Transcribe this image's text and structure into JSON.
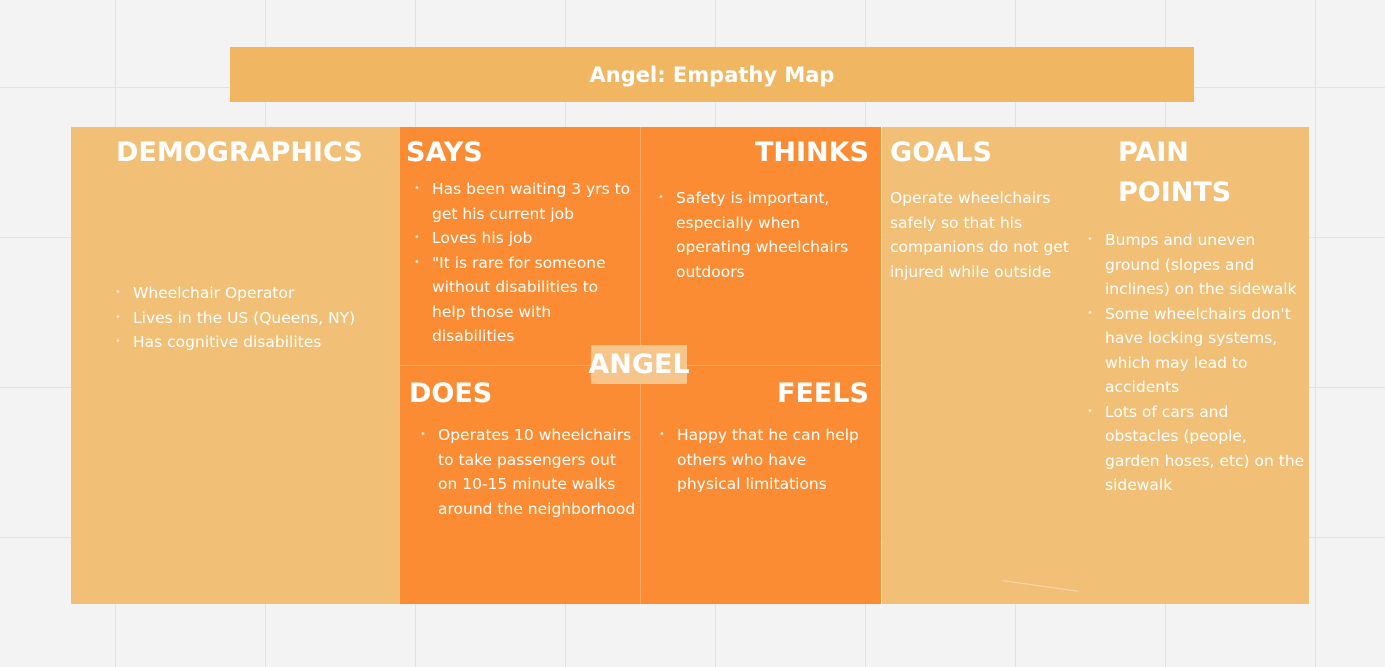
{
  "title": "Angel: Empathy Map",
  "center_label": "ANGEL",
  "demographics": {
    "heading": "DEMOGRAPHICS",
    "items": [
      "Wheelchair Operator",
      "Lives in the US (Queens, NY)",
      "Has cognitive disabilites"
    ]
  },
  "says": {
    "heading": "SAYS",
    "items": [
      "Has been waiting 3 yrs to get his current job",
      "Loves his job",
      "\"It is rare for someone without disabilities to help those with disabilities"
    ]
  },
  "thinks": {
    "heading": "THINKS",
    "items": [
      "Safety is important, especially when operating wheelchairs outdoors"
    ]
  },
  "does": {
    "heading": "DOES",
    "items": [
      "Operates 10 wheelchairs to take passengers out on 10-15 minute walks around the neighborhood"
    ]
  },
  "feels": {
    "heading": "FEELS",
    "items": [
      "Happy that he can help others who have physical limitations"
    ]
  },
  "goals": {
    "heading": "GOALS",
    "text": "Operate wheelchairs safely so that his companions do not get injured while outside"
  },
  "pain_points": {
    "heading": "PAIN POINTS",
    "items": [
      "Bumps and uneven ground (slopes and inclines) on the sidewalk",
      "Some wheelchairs don't have locking systems, which may lead to accidents",
      "Lots of cars and obstacles (people, garden hoses, etc) on the sidewalk"
    ]
  },
  "colors": {
    "title_bar": "#f0b662",
    "light_panel": "#f2bf76",
    "dark_panel": "#fc8c33",
    "text": "#ffffff"
  }
}
